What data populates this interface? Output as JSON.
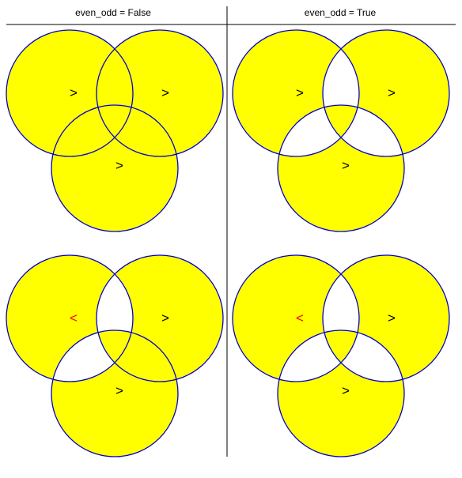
{
  "headers": [
    {
      "label": "even_odd = False"
    },
    {
      "label": "even_odd = True"
    }
  ],
  "colors": {
    "fill": "#ffff00",
    "stroke": "#0000cc",
    "rule": "#000000",
    "background": "#ffffff",
    "arrow_default": "#000000",
    "arrow_reversed": "#ff0000"
  },
  "panels": [
    {
      "id": "top-left",
      "fill_rule": "nonzero",
      "circles": [
        {
          "name": "left",
          "direction": ">",
          "reversed": false
        },
        {
          "name": "right",
          "direction": ">",
          "reversed": false
        },
        {
          "name": "bottom",
          "direction": ">",
          "reversed": false
        }
      ]
    },
    {
      "id": "top-right",
      "fill_rule": "evenodd",
      "circles": [
        {
          "name": "left",
          "direction": ">",
          "reversed": false
        },
        {
          "name": "right",
          "direction": ">",
          "reversed": false
        },
        {
          "name": "bottom",
          "direction": ">",
          "reversed": false
        }
      ]
    },
    {
      "id": "bottom-left",
      "fill_rule": "nonzero",
      "circles": [
        {
          "name": "left",
          "direction": "<",
          "reversed": true
        },
        {
          "name": "right",
          "direction": ">",
          "reversed": false
        },
        {
          "name": "bottom",
          "direction": ">",
          "reversed": false
        }
      ]
    },
    {
      "id": "bottom-right",
      "fill_rule": "evenodd",
      "circles": [
        {
          "name": "left",
          "direction": "<",
          "reversed": true
        },
        {
          "name": "right",
          "direction": ">",
          "reversed": false
        },
        {
          "name": "bottom",
          "direction": ">",
          "reversed": false
        }
      ]
    }
  ]
}
